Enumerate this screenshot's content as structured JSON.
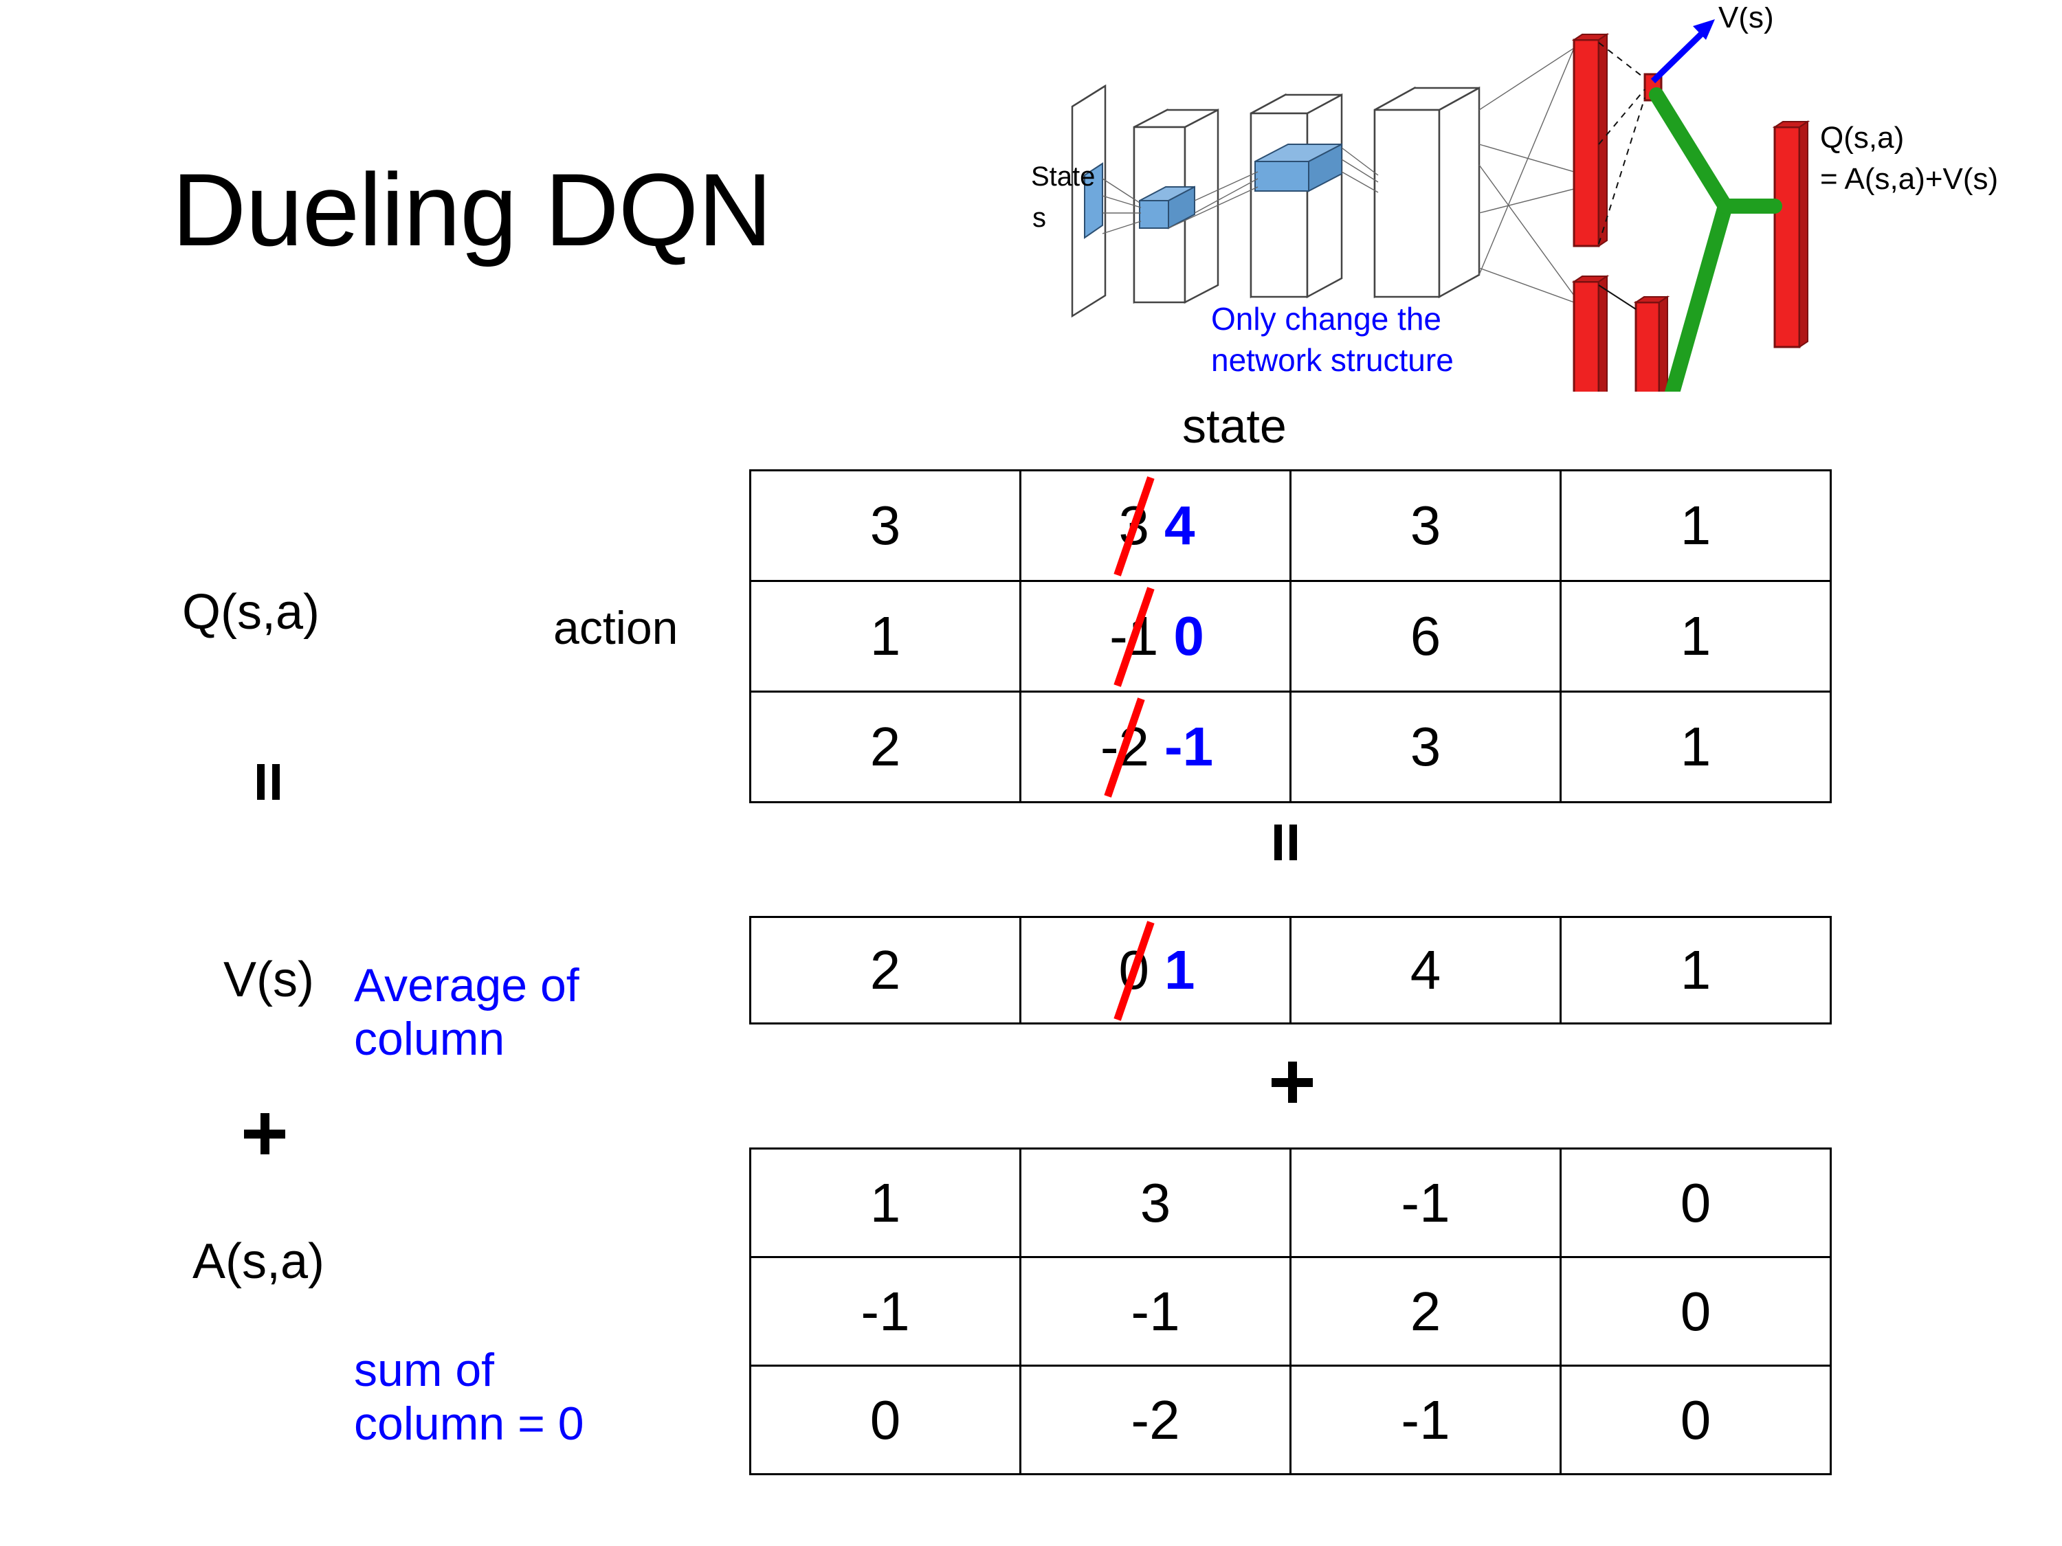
{
  "slide": {
    "title": "Dueling DQN"
  },
  "diagram": {
    "input_label_line1": "State",
    "input_label_line2": "s",
    "note_line1": "Only change the",
    "note_line2": "network structure",
    "value_label": "V(s)",
    "advantage_label": "A(s,a)",
    "q_label_line1": "Q(s,a)",
    "q_label_line2": "= A(s,a)+V(s)",
    "colors": {
      "note": "#0000ff",
      "arrow": "#0000ff",
      "bars": "#ee2222",
      "merge": "#1f9f1f",
      "blue_block": "#6fa8dc"
    }
  },
  "labels": {
    "state_axis": "state",
    "action_axis": "action",
    "q_row": "Q(s,a)",
    "v_row": "V(s)",
    "a_row": "A(s,a)",
    "equals_left": "=",
    "equals_middle": "=",
    "plus_left": "+",
    "plus_middle": "+",
    "avg_note_line1": "Average of",
    "avg_note_line2": "column",
    "sum_note_line1": "sum of",
    "sum_note_line2": "column = 0"
  },
  "colors": {
    "strike": "#ff0000",
    "new_value": "#0000ff",
    "text": "#000000"
  },
  "chart_data": {
    "type": "table",
    "title": "Dueling DQN value decomposition: Q(s,a) = V(s) + A(s,a)",
    "xlabel": "state",
    "ylabel": "action",
    "tables": [
      {
        "name": "Q(s,a)",
        "rows": 3,
        "cols": 4,
        "values": [
          [
            "3",
            "3",
            "3",
            "1"
          ],
          [
            "1",
            "-1",
            "6",
            "1"
          ],
          [
            "2",
            "-2",
            "3",
            "1"
          ]
        ],
        "edits": [
          {
            "row": 0,
            "col": 1,
            "old": "3",
            "new": "4"
          },
          {
            "row": 1,
            "col": 1,
            "old": "-1",
            "new": "0"
          },
          {
            "row": 2,
            "col": 1,
            "old": "-2",
            "new": "-1"
          }
        ]
      },
      {
        "name": "V(s)",
        "rows": 1,
        "cols": 4,
        "values": [
          [
            "2",
            "0",
            "4",
            "1"
          ]
        ],
        "edits": [
          {
            "row": 0,
            "col": 1,
            "old": "0",
            "new": "1"
          }
        ]
      },
      {
        "name": "A(s,a)",
        "rows": 3,
        "cols": 4,
        "values": [
          [
            "1",
            "3",
            "-1",
            "0"
          ],
          [
            "-1",
            "-1",
            "2",
            "0"
          ],
          [
            "0",
            "-2",
            "-1",
            "0"
          ]
        ],
        "edits": []
      }
    ]
  }
}
